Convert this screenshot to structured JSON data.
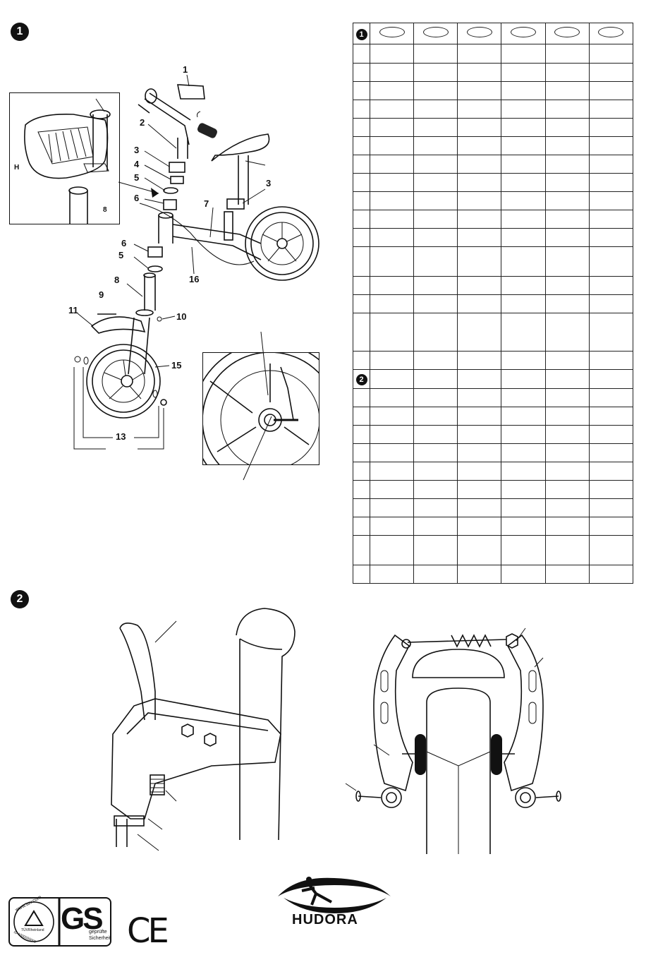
{
  "sections": {
    "one": "1",
    "two": "2"
  },
  "table": {
    "section_one_badge": "1",
    "section_two_badge": "2",
    "section_one_rows": [
      28,
      24,
      24,
      24,
      24,
      24,
      24,
      24,
      24,
      24,
      24,
      24,
      38,
      24,
      24,
      50,
      24
    ],
    "section_two_rows": [
      24,
      24,
      24,
      24,
      24,
      24,
      24,
      24,
      24,
      38,
      24
    ]
  },
  "fig1": {
    "labels": {
      "l1": "1",
      "l2": "2",
      "l3a": "3",
      "l3b": "3",
      "l4": "4",
      "l5a": "5",
      "l5b": "5",
      "l6a": "6",
      "l6b": "6",
      "l7": "7",
      "l8": "8",
      "l9": "9",
      "l10": "10",
      "l11": "11",
      "l13": "13",
      "l15": "15",
      "l16": "16",
      "inset_h": "H",
      "inset_8": "8"
    }
  },
  "logos": {
    "tuv_top": "www.tuv.com",
    "tuv_bottom": "ID 1000000000",
    "tuv_name": "TÜVRheinland",
    "gs": "GS",
    "gs_caption_1": "geprüfte",
    "gs_caption_2": "Sicherheit",
    "ce": "CE",
    "brand": "HUDORA"
  },
  "icons": [
    "number-badge-icon",
    "balance-bike-exploded-icon",
    "basket-inset-icon",
    "hub-detail-icon",
    "brake-lever-icon",
    "v-brake-icon",
    "tuv-gs-mark-icon",
    "ce-mark-icon",
    "hudora-logo-icon"
  ]
}
